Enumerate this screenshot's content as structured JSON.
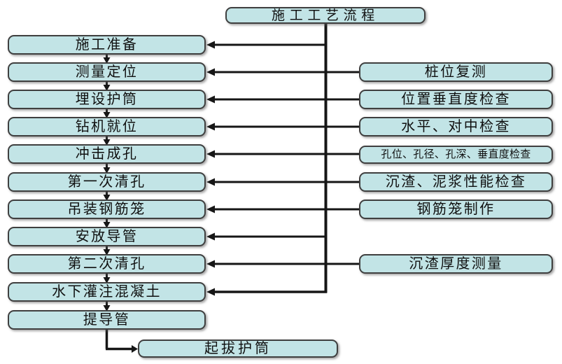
{
  "title": {
    "label": "施工工艺流程"
  },
  "main_steps": [
    {
      "label": "施工准备"
    },
    {
      "label": "测量定位"
    },
    {
      "label": "埋设护筒"
    },
    {
      "label": "钻机就位"
    },
    {
      "label": "冲击成孔"
    },
    {
      "label": "第一次清孔"
    },
    {
      "label": "吊装钢筋笼"
    },
    {
      "label": "安放导管"
    },
    {
      "label": "第二次清孔"
    },
    {
      "label": "水下灌注混凝土"
    },
    {
      "label": "提导管"
    }
  ],
  "final_step": {
    "label": "起拔护筒"
  },
  "side_checks": [
    {
      "label": "桩位复测"
    },
    {
      "label": "位置垂直度检查"
    },
    {
      "label": "水平、对中检查"
    },
    {
      "label": "孔位、孔径、孔深、垂直度检查"
    },
    {
      "label": "沉渣、泥浆性能检查"
    },
    {
      "label": "钢筋笼制作"
    },
    {
      "label": "沉渣厚度测量"
    }
  ],
  "colors": {
    "box_fill": "#c2e4e6",
    "box_border": "#3f3f3f",
    "connector": "#161616",
    "background": "#ffffff"
  }
}
